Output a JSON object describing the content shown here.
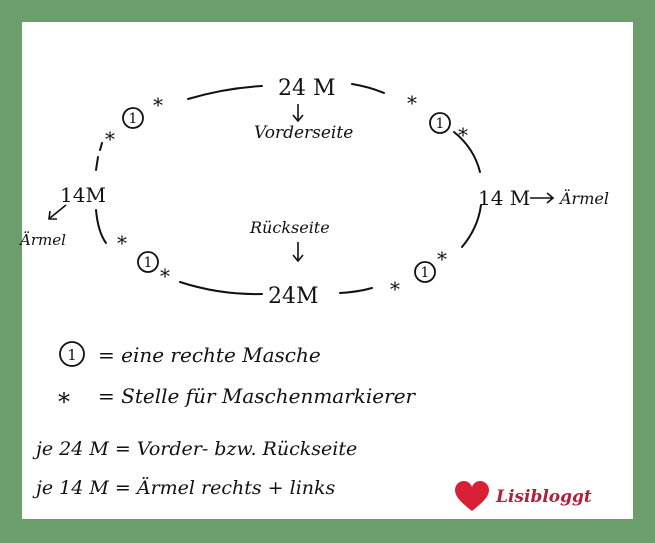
{
  "diagram": {
    "top_count": "24 M",
    "top_label": "Vorderseite",
    "bottom_count": "24M",
    "bottom_label": "Rückseite",
    "left_count": "14M",
    "left_label": "Ärmel",
    "right_count": "14 M",
    "right_arrow_label": "Ärmel",
    "knit_symbol": "1",
    "marker_symbol": "*"
  },
  "legend": {
    "knit_line": "= eine rechte Masche",
    "marker_line": "= Stelle für Maschenmarkierer",
    "note_24": "je 24 M = Vorder- bzw. Rückseite",
    "note_14": "je 14 M = Ärmel rechts + links"
  },
  "brand": {
    "name": "Lisibloggt"
  },
  "colors": {
    "frame": "#6c9e6b",
    "paper": "#ffffff",
    "ink": "#111111",
    "brand": "#b3203a"
  }
}
